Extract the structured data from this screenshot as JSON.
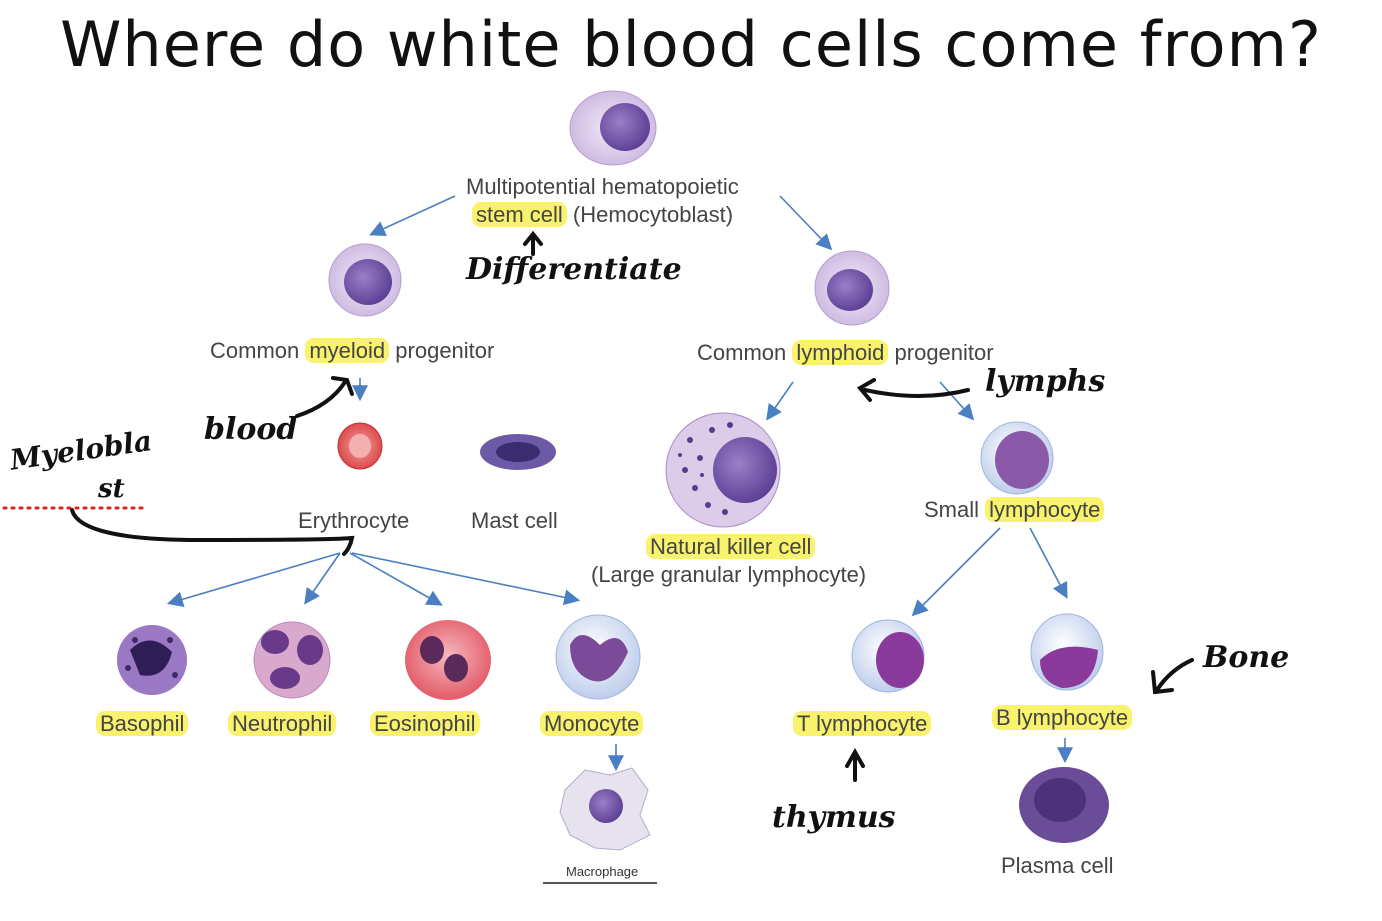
{
  "title": "Where do white blood cells come from?",
  "labels": {
    "stem_a": "Multipotential hematopoietic",
    "stem_b_hl": "stem cell",
    "stem_b_rest": " (Hemocytoblast)",
    "myeloid_pre": "Common ",
    "myeloid_hl": "myeloid",
    "myeloid_post": " progenitor",
    "lymphoid_pre": "Common ",
    "lymphoid_hl": "lymphoid",
    "lymphoid_post": " progenitor",
    "erythrocyte": "Erythrocyte",
    "mast_cell": "Mast cell",
    "nk_cell": "Natural killer cell",
    "large_granular": "(Large granular lymphocyte)",
    "small_pre": "Small ",
    "small_hl": "lymphocyte",
    "basophil": "Basophil",
    "neutrophil": "Neutrophil",
    "eosinophil": "Eosinophil",
    "monocyte": "Monocyte",
    "t_lymphocyte": "T lymphocyte",
    "b_lymphocyte": "B lymphocyte",
    "macrophage": "Macrophage",
    "plasma_cell": "Plasma cell"
  },
  "annotations": {
    "differentiate": "Differentiate",
    "blood": "blood",
    "lymphs": "lymphs",
    "myeloblast_a": "Myelobla",
    "myeloblast_b": "st",
    "thymus": "thymus",
    "bone": "Bone"
  },
  "colors": {
    "highlight": "#f5ee3c",
    "arrow": "#4a7fc1",
    "ink": "#111111",
    "dotted_line": "#e02020"
  }
}
